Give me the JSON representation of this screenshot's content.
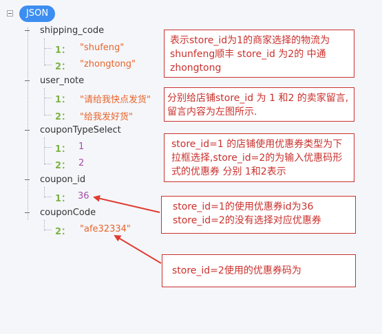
{
  "root": {
    "label": "JSON"
  },
  "tree": {
    "shipping_code": {
      "key": "shipping_code",
      "items": [
        {
          "idx": "1：",
          "value": "\"shufeng\""
        },
        {
          "idx": "2：",
          "value": "\"zhongtong\""
        }
      ]
    },
    "user_note": {
      "key": "user_note",
      "items": [
        {
          "idx": "1：",
          "value": "\"请给我快点发货\""
        },
        {
          "idx": "2：",
          "value": "\"给我发好货\""
        }
      ]
    },
    "couponTypeSelect": {
      "key": "couponTypeSelect",
      "items": [
        {
          "idx": "1：",
          "value": "1"
        },
        {
          "idx": "2：",
          "value": "2"
        }
      ]
    },
    "coupon_id": {
      "key": "coupon_id",
      "items": [
        {
          "idx": "1：",
          "value": "36"
        }
      ]
    },
    "couponCode": {
      "key": "couponCode",
      "items": [
        {
          "idx": "2：",
          "value": "\"afe32334\""
        }
      ]
    }
  },
  "notes": {
    "shipping": "表示store_id为1的商家选择的物流为shunfeng顺丰 store_id 为2的 中通zhongtong",
    "user_note": "分别给店铺store_id 为 1 和2 的卖家留言,留言内容为左图所示.",
    "coupon_type": "store_id=1 的店铺使用优惠券类型为下拉框选择,store_id=2的为输入优惠码形式的优惠券 分别 1和2表示",
    "coupon_id": "store_id=1的使用优惠券id为36\nstore_id=2的没有选择对应优惠券",
    "coupon_code": "store_id=2使用的优惠券码为"
  },
  "colors": {
    "accent": "#3d8ef0",
    "key": "#333333",
    "string": "#e8642a",
    "number": "#a64ca6",
    "index": "#7cb342",
    "annotation": "#c9302c"
  }
}
